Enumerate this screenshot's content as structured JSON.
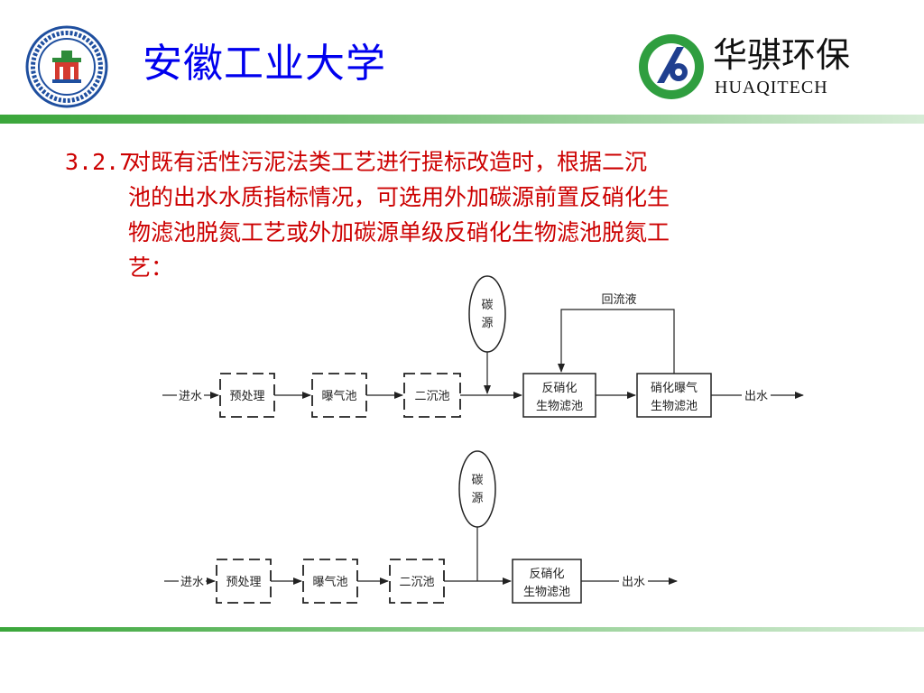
{
  "header": {
    "university_name": "安徽工业大学",
    "company_name": "华骐环保",
    "company_name_en": "HUAQITECH"
  },
  "content": {
    "item_number": "3.2.7",
    "text_lines": [
      "对既有活性污泥法类工艺进行提标改造时，根据二沉",
      "池的出水水质指标情况，可选用外加碳源前置反硝化生",
      "物滤池脱氮工艺或外加碳源单级反硝化生物滤池脱氮工",
      "艺："
    ]
  },
  "diagram1": {
    "carbon_source_lines": [
      "碳",
      "源"
    ],
    "inflow": "进水",
    "pretreatment": "预处理",
    "aeration_tank": "曝气池",
    "secondary_clarifier": "二沉池",
    "denitrification_lines": [
      "反硝化",
      "生物滤池"
    ],
    "nitrification_lines": [
      "硝化曝气",
      "生物滤池"
    ],
    "reflux": "回流液",
    "outflow": "出水"
  },
  "diagram2": {
    "carbon_source_lines": [
      "碳",
      "源"
    ],
    "inflow": "进水",
    "pretreatment": "预处理",
    "aeration_tank": "曝气池",
    "secondary_clarifier": "二沉池",
    "denitrification_lines": [
      "反硝化",
      "生物滤池"
    ],
    "outflow": "出水"
  },
  "colors": {
    "university_blue": "#0000ee",
    "body_text_red": "#cc0000",
    "accent_green": "#3aa63a"
  }
}
